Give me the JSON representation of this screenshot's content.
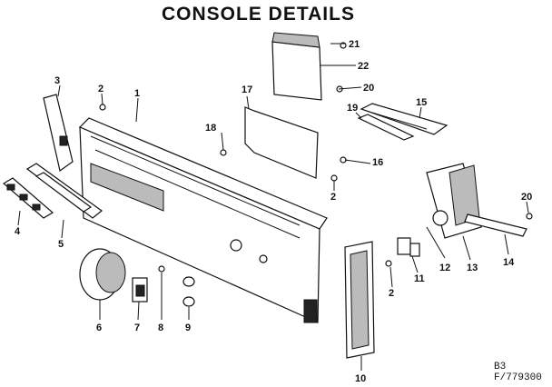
{
  "title": "CONSOLE DETAILS",
  "reference": {
    "line1": "B3",
    "line2": "F/779300"
  },
  "callouts": [
    "1",
    "2",
    "2",
    "2",
    "3",
    "4",
    "5",
    "6",
    "7",
    "8",
    "9",
    "10",
    "11",
    "12",
    "13",
    "14",
    "15",
    "16",
    "17",
    "18",
    "19",
    "20",
    "20",
    "21",
    "22"
  ]
}
